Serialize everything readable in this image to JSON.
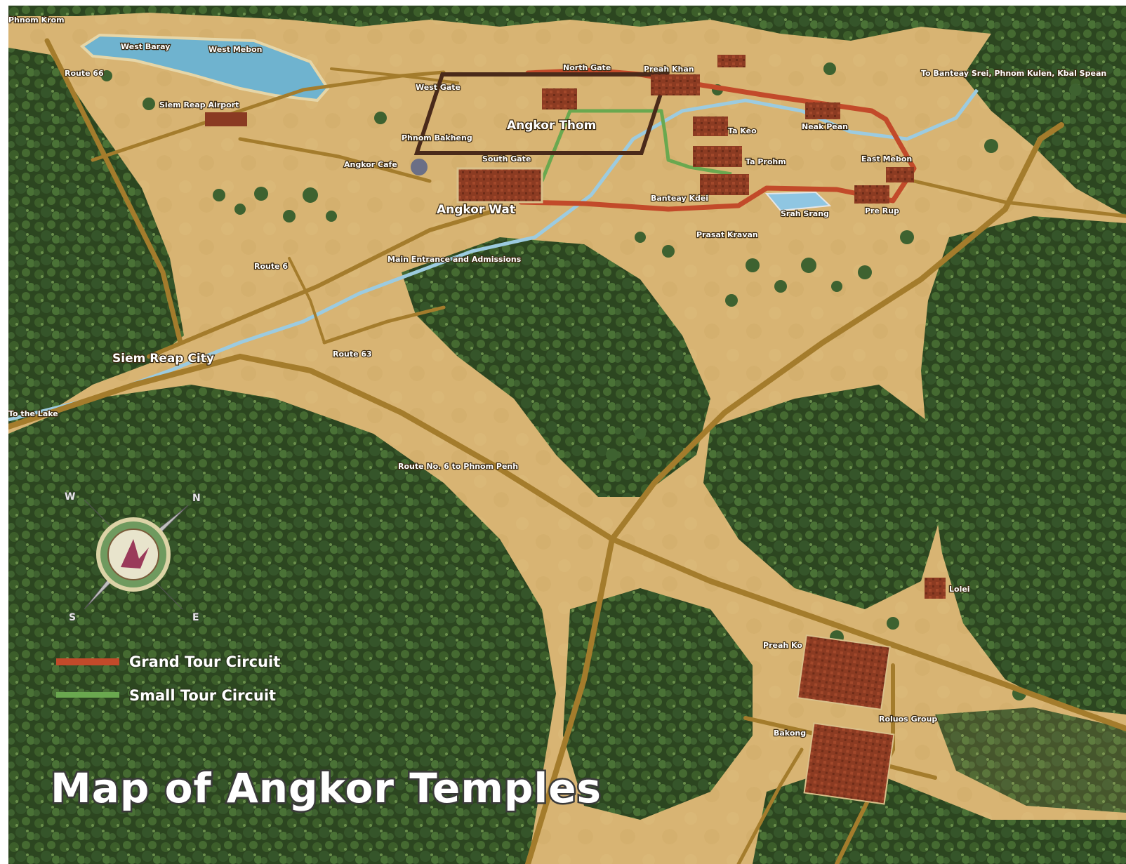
{
  "map": {
    "title": "Map of Angkor Temples",
    "legend": [
      {
        "label": "Grand Tour Circuit",
        "color": "#c24a2a"
      },
      {
        "label": "Small Tour Circuit",
        "color": "#6aa84f"
      }
    ],
    "compass": {
      "letters": [
        "W",
        "N",
        "S",
        "E"
      ]
    },
    "colors": {
      "land": "#d9b574",
      "forest": "#2f4a22",
      "road": "#a47c2c",
      "water": "#6fb3cf",
      "temple": "#8a3a22",
      "angkor_thom_wall": "#4a2a1a"
    },
    "labels": {
      "angkor_thom": "Angkor Thom",
      "angkor_wat": "Angkor Wat",
      "siem_reap": "Siem Reap City",
      "west_baray": "West Baray",
      "west_mebon": "West Mebon",
      "route_6": "Route 6",
      "route_63": "Route 63",
      "route_66": "Route 66",
      "to_lake": "To the Lake",
      "route_phnom_penh": "Route No. 6 to Phnom Penh",
      "main_entrance": "Main Entrance and Admissions",
      "phnom_bakheng": "Phnom Bakheng",
      "angkor_cafe": "Angkor Cafe",
      "south_gate": "South Gate",
      "north_gate": "North Gate",
      "west_gate": "West Gate",
      "preah_khan": "Preah Khan",
      "banteay_kdei": "Banteay Kdei",
      "ta_prohm": "Ta Prohm",
      "ta_keo": "Ta Keo",
      "neak_pean": "Neak Pean",
      "east_mebon": "East Mebon",
      "pre_rup": "Pre Rup",
      "srah_srang": "Srah Srang",
      "prasat_kravan": "Prasat Kravan",
      "banteay_srei": "To Banteay Srei, Phnom Kulen, Kbal Spean",
      "roluos_group": "Roluos Group",
      "preah_ko": "Preah Ko",
      "bakong": "Bakong",
      "lolei": "Lolei",
      "phnom_krom": "Phnom Krom",
      "airport": "Siem Reap Airport"
    }
  }
}
